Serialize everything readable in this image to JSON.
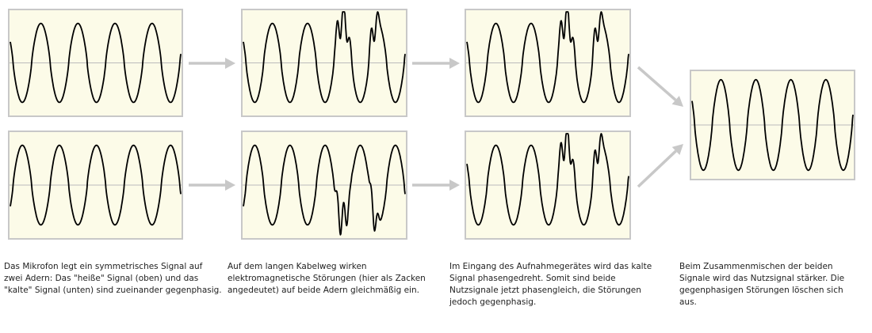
{
  "colors": {
    "panel_fill": "#fcfbe8",
    "panel_border": "#c8c8c8",
    "wave": "#000000",
    "axis": "#bbbbbb",
    "arrow": "#c8c8c8"
  },
  "panels": [
    {
      "name": "hot-signal-panel",
      "waveform": "clean",
      "inverted": false
    },
    {
      "name": "cold-signal-panel",
      "waveform": "clean",
      "inverted": true
    },
    {
      "name": "hot-signal-with-noise-panel",
      "waveform": "noisy",
      "inverted": false
    },
    {
      "name": "cold-signal-with-noise-panel",
      "waveform": "noisy",
      "inverted": true
    },
    {
      "name": "hot-signal-at-input-panel",
      "waveform": "noisy",
      "inverted": false
    },
    {
      "name": "cold-signal-phase-reversed-panel",
      "waveform": "noisy-reversed",
      "inverted": false
    },
    {
      "name": "mixed-output-panel",
      "waveform": "amplified",
      "inverted": false
    }
  ],
  "captions": [
    "Das Mikrofon legt ein symmetrisches Signal auf zwei Adern: Das \"heiße\" Signal (oben) und das \"kalte\" Signal (unten) sind zueinander gegenphasig.",
    "Auf dem langen Kabelweg wirken elektromagnetische Störungen (hier als Zacken angedeutet) auf beide Adern gleichmäßig ein.",
    "Im Eingang des Aufnahmegerätes wird das kalte Signal phasengedreht. Somit sind beide Nutzsignale jetzt phasengleich, die Störungen jedoch gegenphasig.",
    "Beim Zusammenmischen der beiden Signale wird das Nutzsignal stärker. Die gegenphasigen Störungen löschen sich aus."
  ]
}
